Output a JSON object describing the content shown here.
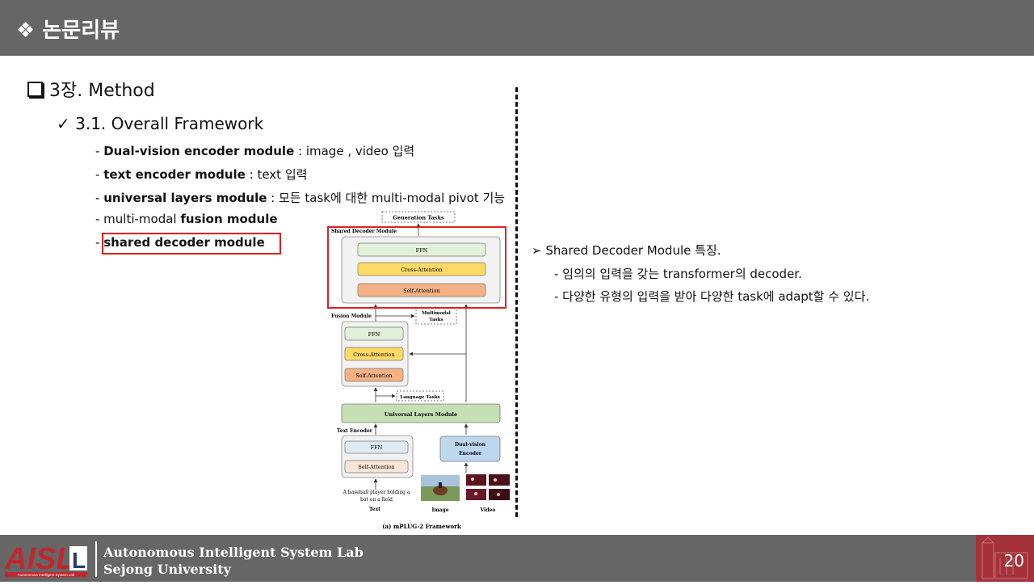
{
  "header": {
    "title": "❖ 논문리뷰"
  },
  "section": {
    "title": "3장. Method"
  },
  "subsection": {
    "title": "✓ 3.1. Overall Framework"
  },
  "bullets": [
    {
      "prefix": "- ",
      "bold": "Dual-vision encoder module",
      "rest": " : image , video 입력"
    },
    {
      "prefix": "- ",
      "bold": "text encoder module",
      "rest": " : text 입력"
    },
    {
      "prefix": "- ",
      "bold": "universal layers module",
      "rest": " : 모든 task에 대한 multi-modal pivot 기능"
    },
    {
      "prefix": "- multi-modal ",
      "bold": "fusion module",
      "rest": ""
    },
    {
      "prefix": "- ",
      "bold": "shared decoder module",
      "rest": ""
    }
  ],
  "figure": {
    "generation_tasks": "Generation Tasks",
    "shared_decoder_module": "Shared Decoder Module",
    "dec_ffn": "FFN",
    "dec_cross": "Cross-Attention",
    "dec_self": "Self-Attention",
    "fusion_module": "Fusion Module",
    "multimodal_tasks_1": "Multimodal",
    "multimodal_tasks_2": "Tasks",
    "fus_ffn": "FFN",
    "fus_cross": "Cross-Attention",
    "fus_self": "Self-Attention",
    "language_tasks": "Language Tasks",
    "universal_layers": "Universal Layers Module",
    "text_encoder": "Text Encoder",
    "enc_ffn": "FFN",
    "enc_self": "Self-Attention",
    "dual_vision_1": "Dual-vision",
    "dual_vision_2": "Encoder",
    "caption_1": "A baseball player holding a",
    "caption_2": "bat on a field",
    "label_text": "Text",
    "label_image": "Image",
    "label_video": "Video",
    "caption": "(a) mPLUG-2 Framework"
  },
  "notes": {
    "head": "➢  Shared Decoder Module 특징.",
    "lines": [
      "- 임의의 입력을 갖는 transformer의 decoder.",
      "- 다양한 유형의 입력을 받아 다양한 task에 adapt할 수 있다."
    ]
  },
  "footer": {
    "logo_text": "AISL",
    "logo_subtext": "Autonomous Intelligent System Lab",
    "lab_line1": "Autonomous Intelligent System Lab",
    "lab_line2": "Sejong University",
    "page_number": "20"
  },
  "colors": {
    "header_bg": "#666666",
    "highlight": "#e02020",
    "ffn_green": "#e2f0d9",
    "cross_yellow": "#ffd966",
    "self_orange": "#f4b183",
    "universal_green": "#c5e0b4",
    "vision_blue": "#bdd7ee",
    "page_badge": "#a5323b"
  }
}
